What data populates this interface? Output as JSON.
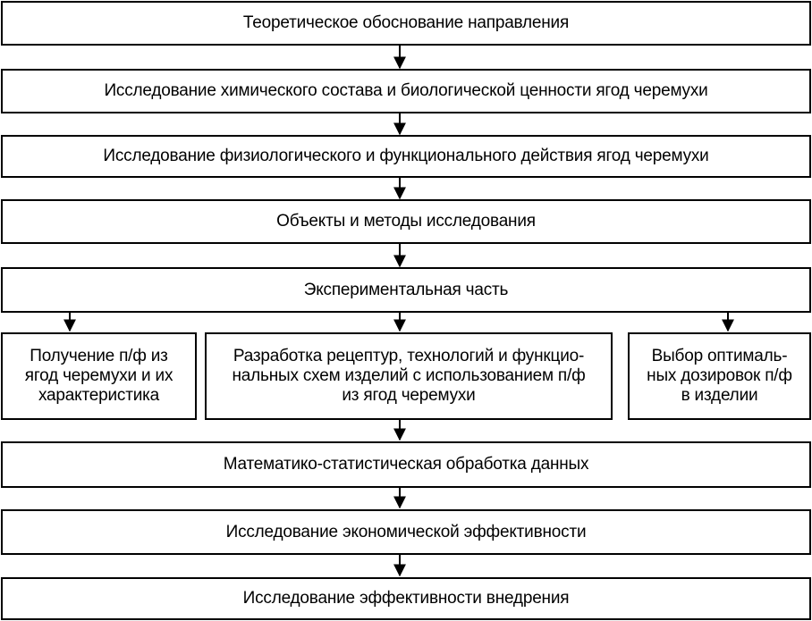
{
  "flow": {
    "step1": "Теоретическое обоснование направления",
    "step2": "Исследование химического состава и биологической ценности ягод черемухи",
    "step3": "Исследование физиологического и функционального действия ягод черемухи",
    "step4": "Объекты и методы исследования",
    "step5": "Экспериментальная часть",
    "branch_left": {
      "line1": "Получение п/ф из",
      "line2": "ягод черемухи и их",
      "line3": "характеристика"
    },
    "branch_center": {
      "line1": "Разработка рецептур, технологий и функцио-",
      "line2": "нальных схем изделий с использованием п/ф",
      "line3": "из ягод черемухи"
    },
    "branch_right": {
      "line1": "Выбор оптималь-",
      "line2": "ных дозировок п/ф",
      "line3": "в изделии"
    },
    "step6": "Математико-статистическая обработка данных",
    "step7": "Исследование экономической эффективности",
    "step8": "Исследование эффективности внедрения"
  },
  "colors": {
    "stroke": "#000000",
    "background": "#ffffff"
  }
}
